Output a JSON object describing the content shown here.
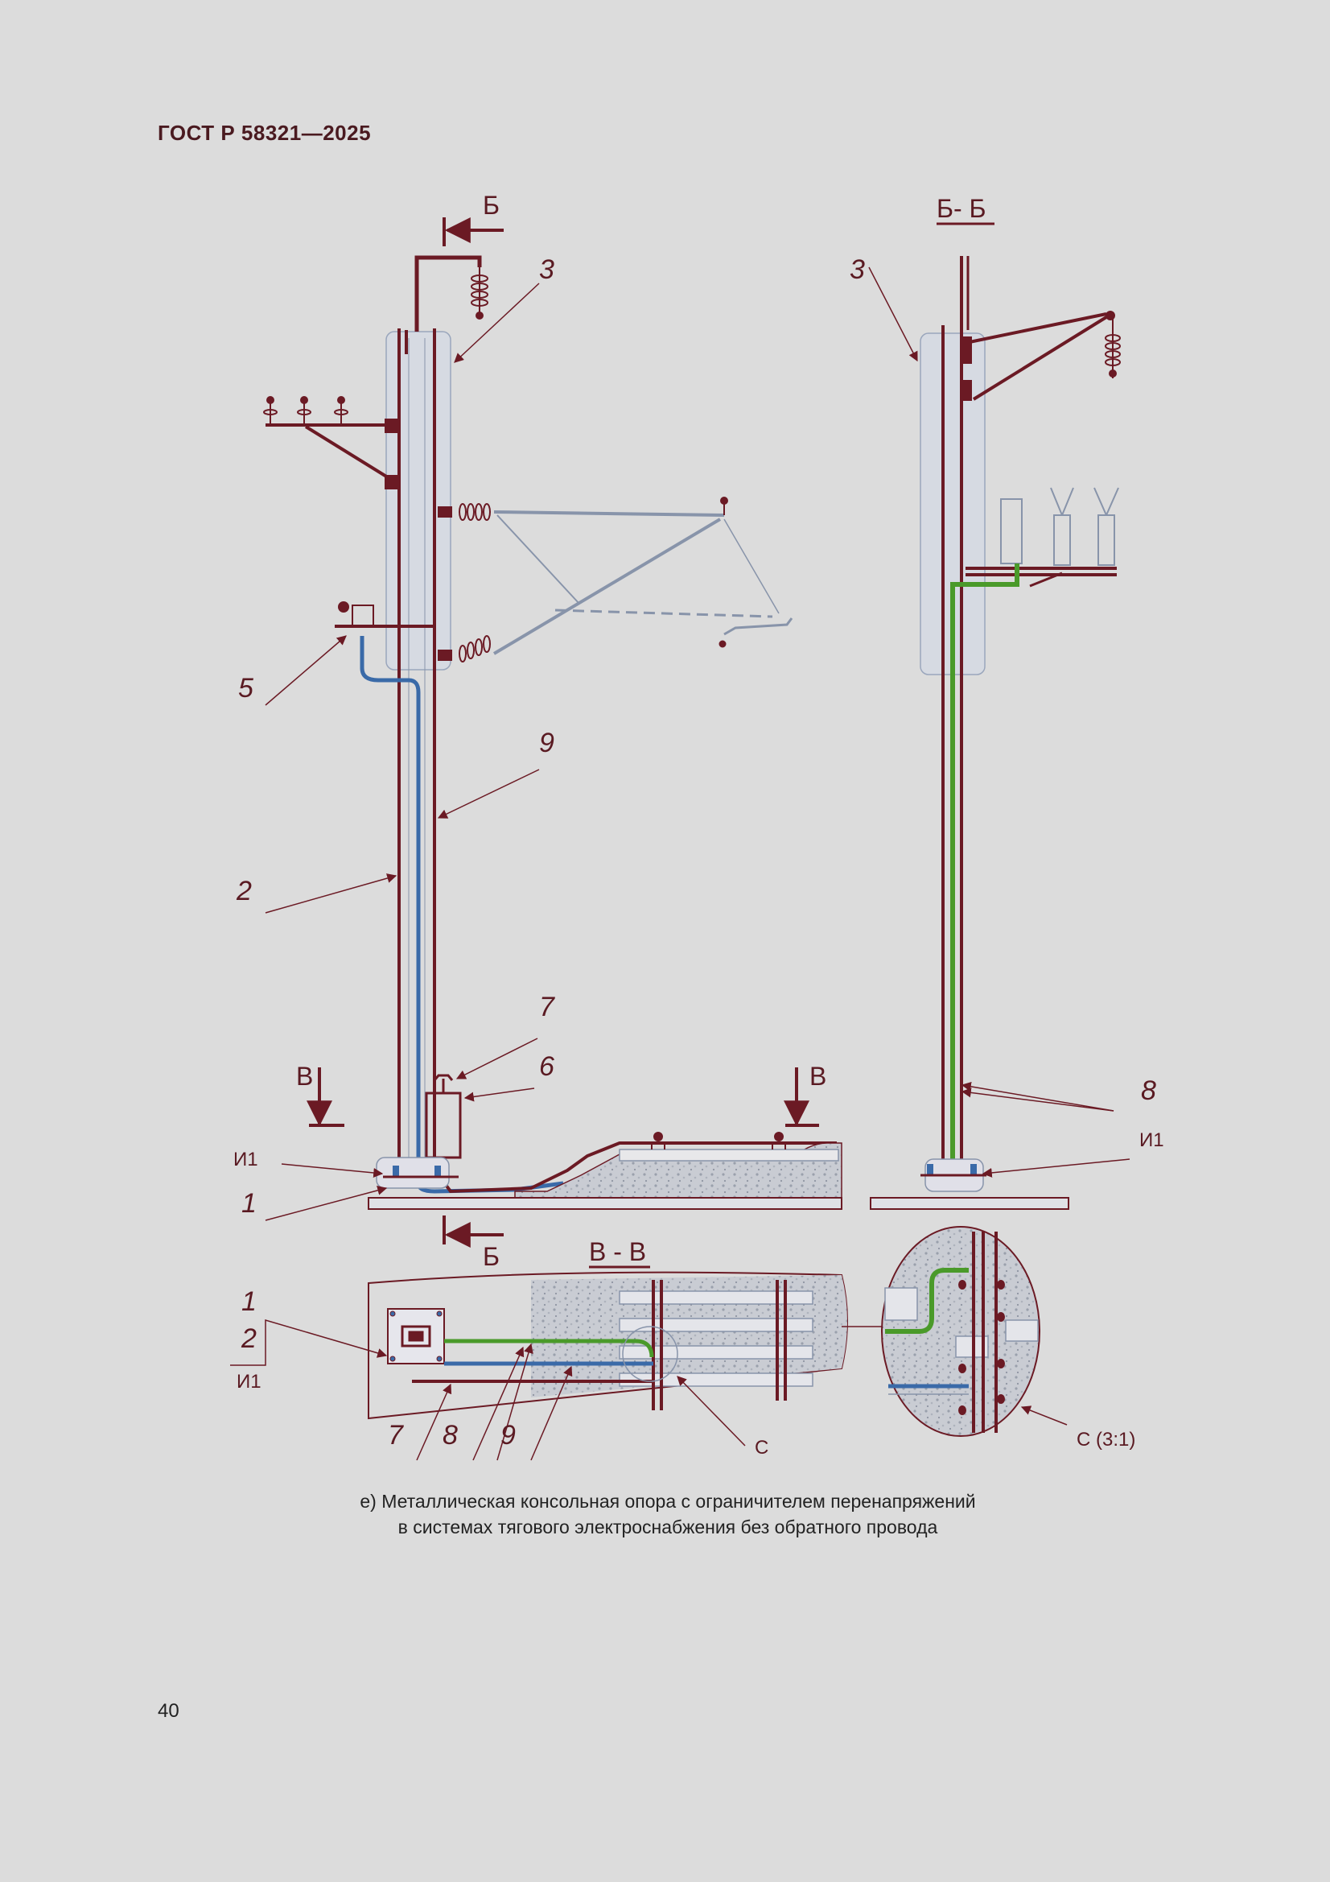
{
  "header": {
    "standard_code": "ГОСТ Р 58321—2025"
  },
  "figure": {
    "section_mark_top": "Б",
    "section_mark_bottom": "Б",
    "section_mark_left": "В",
    "section_mark_right": "В",
    "view_bb_title": "Б- Б",
    "view_vv_title": "В - В",
    "labels": {
      "l1": "1",
      "l2": "2",
      "l3": "3",
      "l5": "5",
      "l6": "6",
      "l7": "7",
      "l9": "9",
      "i1": "И1",
      "bb_3": "3",
      "bb_8": "8",
      "bb_i1": "И1",
      "vv_1": "1",
      "vv_2": "2",
      "vv_i1": "И1",
      "vv_7": "7",
      "vv_8": "8",
      "vv_9": "9",
      "vv_c": "С",
      "detail_c": "С (3:1)"
    },
    "colors": {
      "structure": "#6b1a24",
      "green_conductor": "#4a9a2a",
      "blue_conductor": "#3a6aa8",
      "gravel": "#c8ccd4"
    }
  },
  "caption": {
    "line1": "е) Металлическая консольная опора с ограничителем перенапряжений",
    "line2": "в системах тягового электроснабжения без обратного провода"
  },
  "page": {
    "number": "40"
  }
}
